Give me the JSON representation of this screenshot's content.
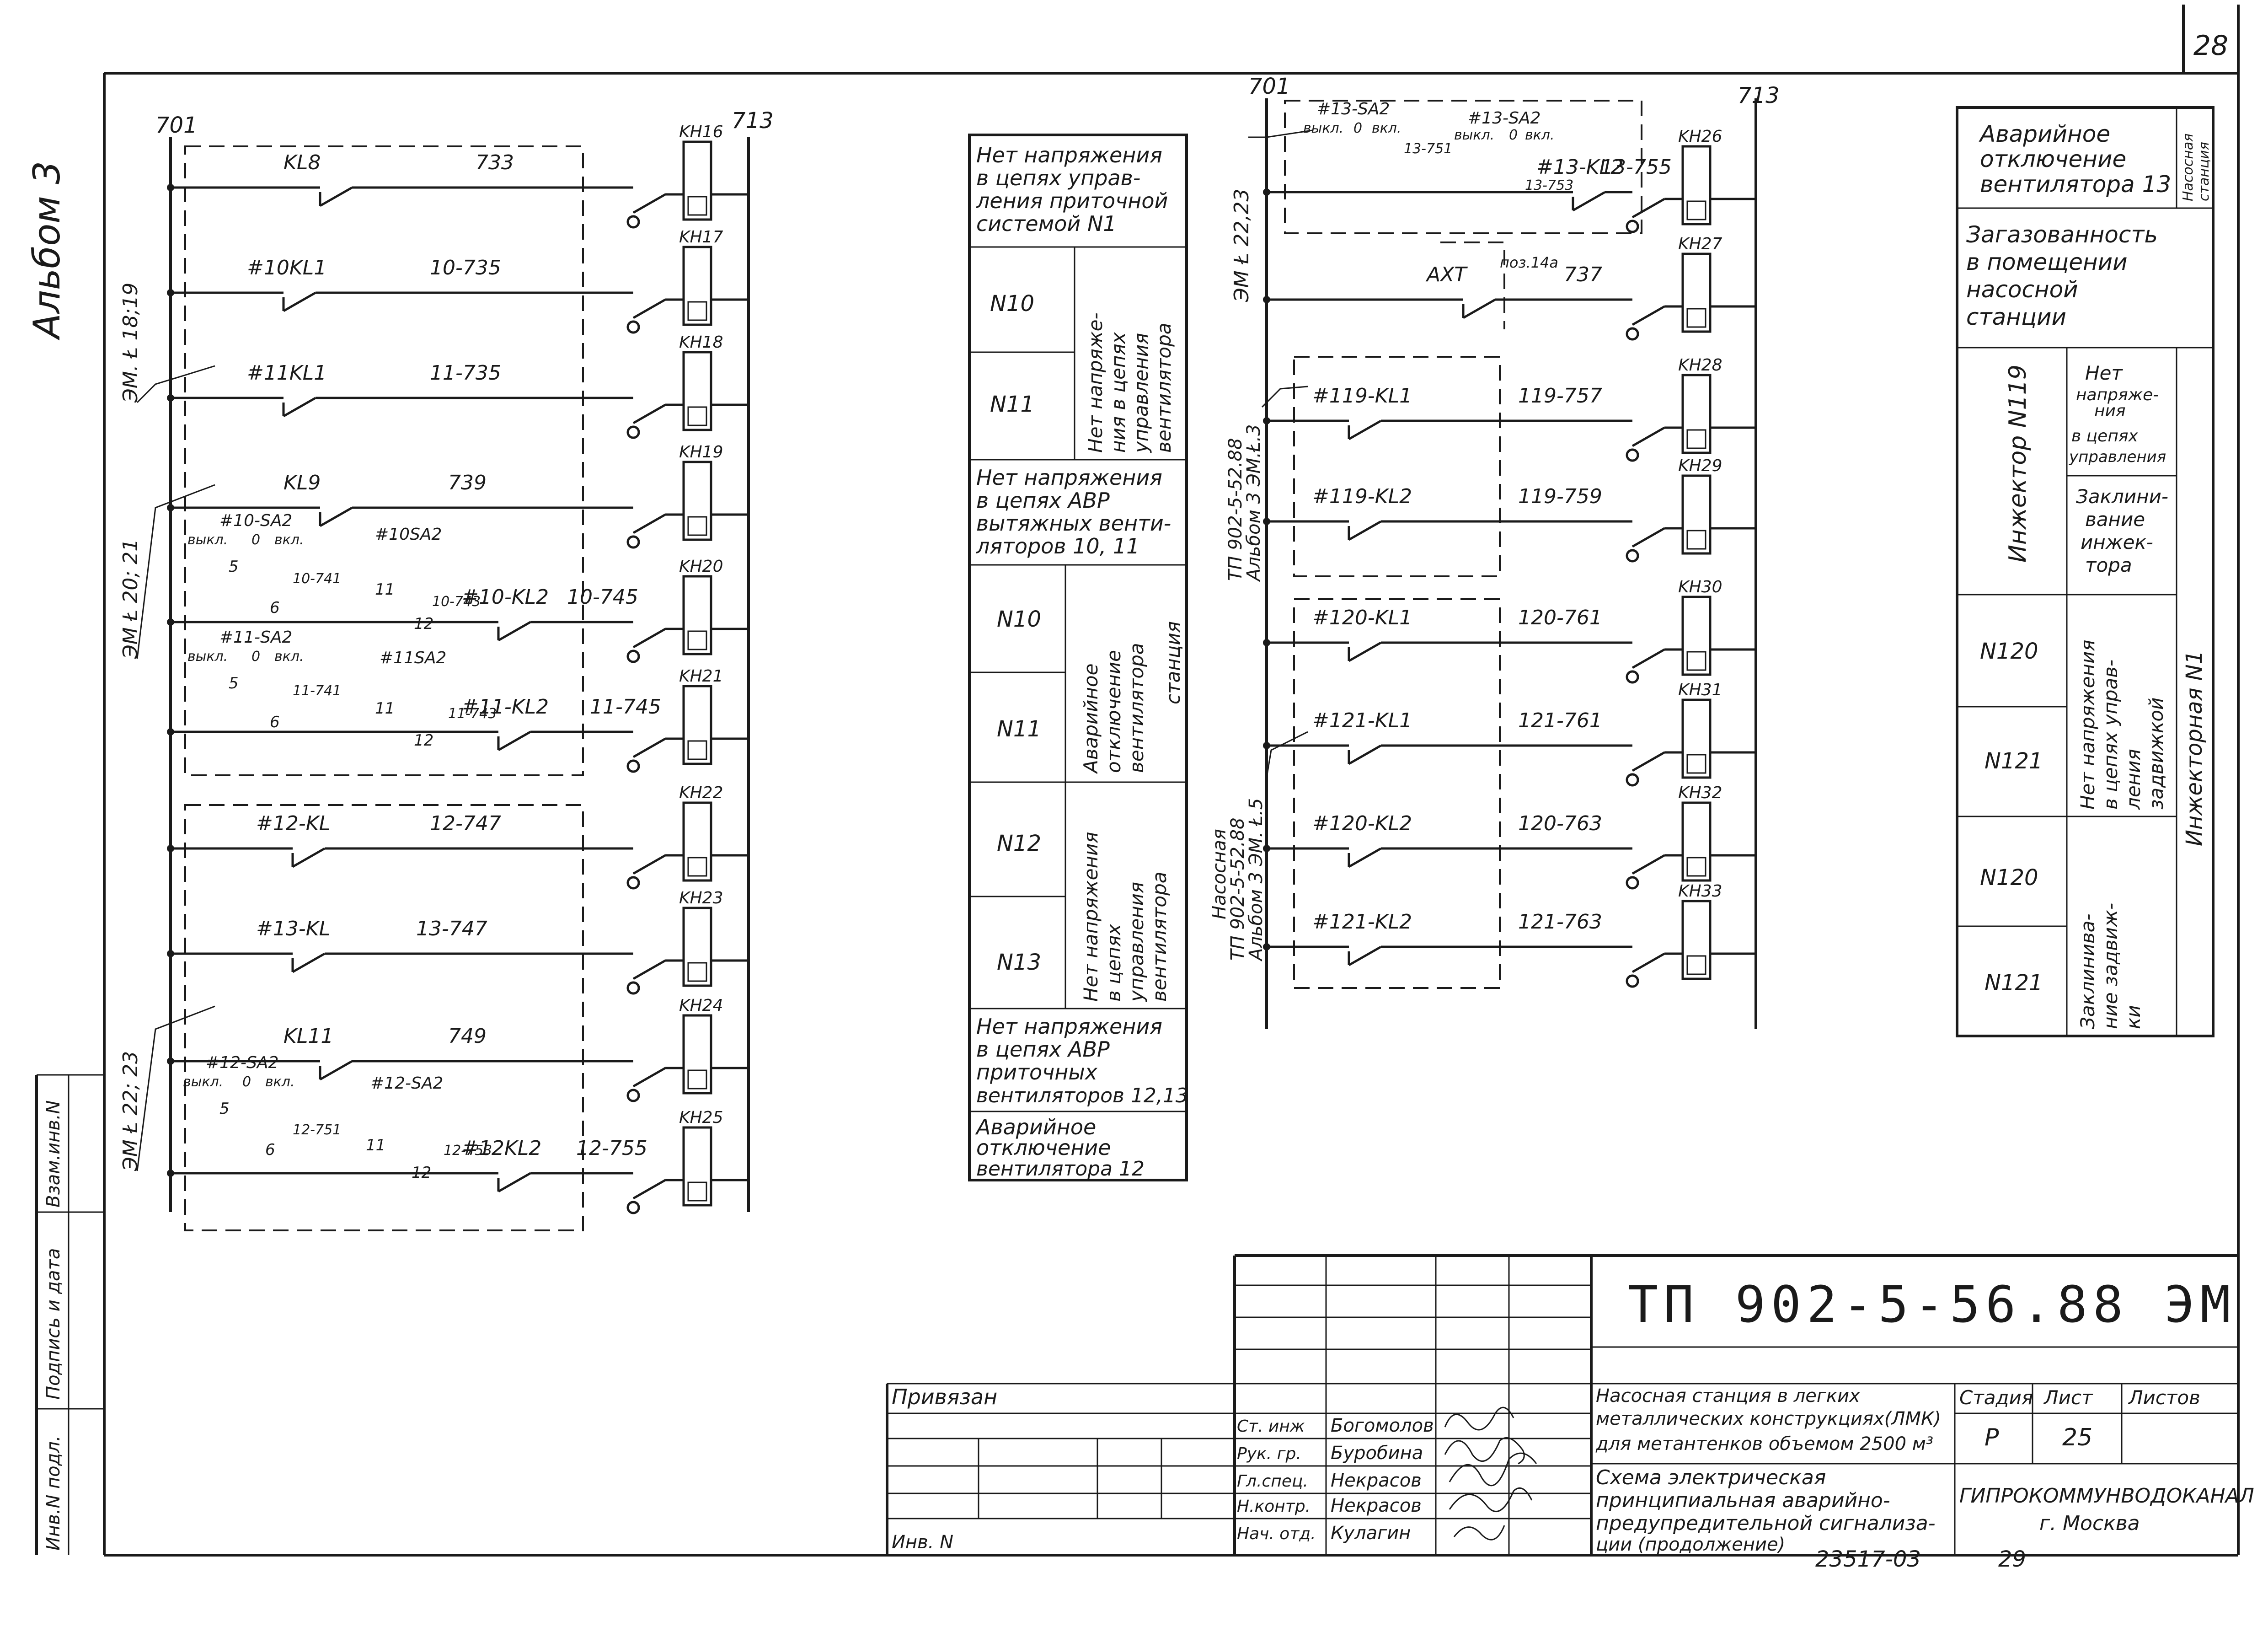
{
  "sheet_corner_number": "28",
  "album_side": "Альбом 3",
  "buses": {
    "left_a": "701",
    "right_a": "713",
    "left_b": "701",
    "right_b": "713"
  },
  "left_blocks": {
    "em1": "ЭМ. Ł 18;19",
    "em2": "ЭМ Ł 20; 21",
    "em3": "ЭМ Ł 22; 23"
  },
  "left_rungs": [
    {
      "contact": "KL8",
      "wire": "733",
      "lamp": "KH16"
    },
    {
      "contact": "#10KL1",
      "wire": "10-735",
      "lamp": "KH17"
    },
    {
      "contact": "#11KL1",
      "wire": "11-735",
      "lamp": "KH18"
    },
    {
      "contact": "KL9",
      "wire": "739",
      "lamp": "KH19"
    },
    {
      "contact": "#10-KL2",
      "wire": "10-745",
      "lamp": "KH20"
    },
    {
      "contact": "#11-KL2",
      "wire": "11-745",
      "lamp": "KH21"
    },
    {
      "contact": "#12-KL",
      "wire": "12-747",
      "lamp": "KH22"
    },
    {
      "contact": "#13-KL",
      "wire": "13-747",
      "lamp": "KH23"
    },
    {
      "contact": "KL11",
      "wire": "749",
      "lamp": "KH24"
    },
    {
      "contact": "#12KL2",
      "wire": "12-755",
      "lamp": "KH25"
    }
  ],
  "switches_left": {
    "sa10a": "#10-SA2",
    "sa10b": "#10SA2",
    "sa11a": "#11-SA2",
    "sa11b": "#11SA2",
    "sa12a": "#12-SA2",
    "sa12b": "#12-SA2",
    "off": "выкл.",
    "zero": "0",
    "on": "вкл.",
    "w741": "10-741",
    "w743": "10-743",
    "w1741": "11-741",
    "w1743": "11-743",
    "w751": "12-751",
    "w753": "12-753",
    "c5": "5",
    "c6": "6",
    "c11": "11",
    "c12": "12"
  },
  "middle_table": {
    "header1": [
      "Нет напряжения",
      "в цепях управ-",
      "ления приточной",
      "системой N1"
    ],
    "r1_ids": [
      "N10",
      "N11"
    ],
    "r1_text": [
      "Нет напряже-",
      "ния в цепях",
      "управления",
      "вентилятора"
    ],
    "header2": [
      "Нет напряжения",
      "в цепях АВР",
      "вытяжных венти-",
      "ляторов 10, 11"
    ],
    "r2_ids": [
      "N10",
      "N11"
    ],
    "r2_text": [
      "Аварийное",
      "отключение",
      "вентилятора"
    ],
    "r3_ids": [
      "N12",
      "N13"
    ],
    "r3_text": [
      "Нет напряжения",
      "в цепях",
      "управления",
      "вентилятора"
    ],
    "footer1": [
      "Нет напряжения",
      "в цепях АВР",
      "приточных",
      "вентиляторов 12,13"
    ],
    "footer2": [
      "Аварийное",
      "отключение",
      "вентилятора 12"
    ],
    "side_label": "станция"
  },
  "right_blocks": {
    "em4": "ЭМ Ł 22,23",
    "ref1": [
      "ТП 902-5-52.88",
      "Альбом 3 ЭМ.Ł.3"
    ],
    "ref2": [
      "Насосная",
      "ТП 902-5-52.88",
      "Альбом 3 ЭМ. Ł.5"
    ]
  },
  "right_rungs": [
    {
      "contact": "#13-KL2",
      "wire": "13-755",
      "lamp": "KH26"
    },
    {
      "contact": "AXT",
      "wire": "737",
      "lamp": "KH27",
      "note": "поз.14а"
    },
    {
      "contact": "#119-KL1",
      "wire": "119-757",
      "lamp": "KH28"
    },
    {
      "contact": "#119-KL2",
      "wire": "119-759",
      "lamp": "KH29"
    },
    {
      "contact": "#120-KL1",
      "wire": "120-761",
      "lamp": "KH30"
    },
    {
      "contact": "#121-KL1",
      "wire": "121-761",
      "lamp": "KH31"
    },
    {
      "contact": "#120-KL2",
      "wire": "120-763",
      "lamp": "KH32"
    },
    {
      "contact": "#121-KL2",
      "wire": "121-763",
      "lamp": "KH33"
    }
  ],
  "switches_right": {
    "sa13a": "#13-SA2",
    "sa13b": "#13-SA2",
    "off": "выкл.",
    "zero": "0",
    "on": "вкл.",
    "w751": "13-751",
    "w753": "13-753"
  },
  "right_table": {
    "r1": [
      "Аварийное",
      "отключение",
      "вентилятора 13"
    ],
    "r1_side": [
      "Насосная",
      "станция"
    ],
    "r2": [
      "Загазованность",
      "в помещении",
      "насосной",
      "станции"
    ],
    "inj": "Инжектор N119",
    "inj_a": [
      "Нет",
      "напряже-",
      "ния",
      "в цепях",
      "управления"
    ],
    "inj_b": [
      "Заклини-",
      "вание",
      "инжек-",
      "тора"
    ],
    "ids": [
      "N120",
      "N121",
      "N120",
      "N121"
    ],
    "mid": [
      "Нет напряжения",
      "в цепях управ-",
      "ления",
      "задвижкой"
    ],
    "low": [
      "Заклинива-",
      "ние задвиж-",
      "ки"
    ],
    "side": "Инжекторная N1"
  },
  "stamp_side": [
    "Инв.N подл.",
    "Подпись и дата",
    "Взам.инв.N"
  ],
  "title_block": {
    "code": "ТП 902-5-56.88 ЭМ",
    "bound": "Привязан",
    "inv": "Инв. N",
    "roles": [
      "Ст. инж",
      "Рук. гр.",
      "Гл.спец.",
      "Н.контр.",
      "Нач. отд."
    ],
    "names": [
      "Богомолов",
      "Буробина",
      "Некрасов",
      "Некрасов",
      "Кулагин"
    ],
    "project": [
      "Насосная станция в легких",
      "металлических конструкциях(ЛМК)",
      "для метантенков объемом 2500 м³"
    ],
    "sheet_title": [
      "Схема электрическая",
      "принципиальная аварийно-",
      "предупредительной сигнализа-",
      "ции (продолжение)"
    ],
    "stage_h": "Стадия",
    "sheet_h": "Лист",
    "sheets_h": "Листов",
    "stage": "Р",
    "sheet": "25",
    "org": "ГИПРОКОММУНВОДОКАНАЛ",
    "city": "г. Москва",
    "order": "23517-03",
    "copy_no": "29"
  }
}
